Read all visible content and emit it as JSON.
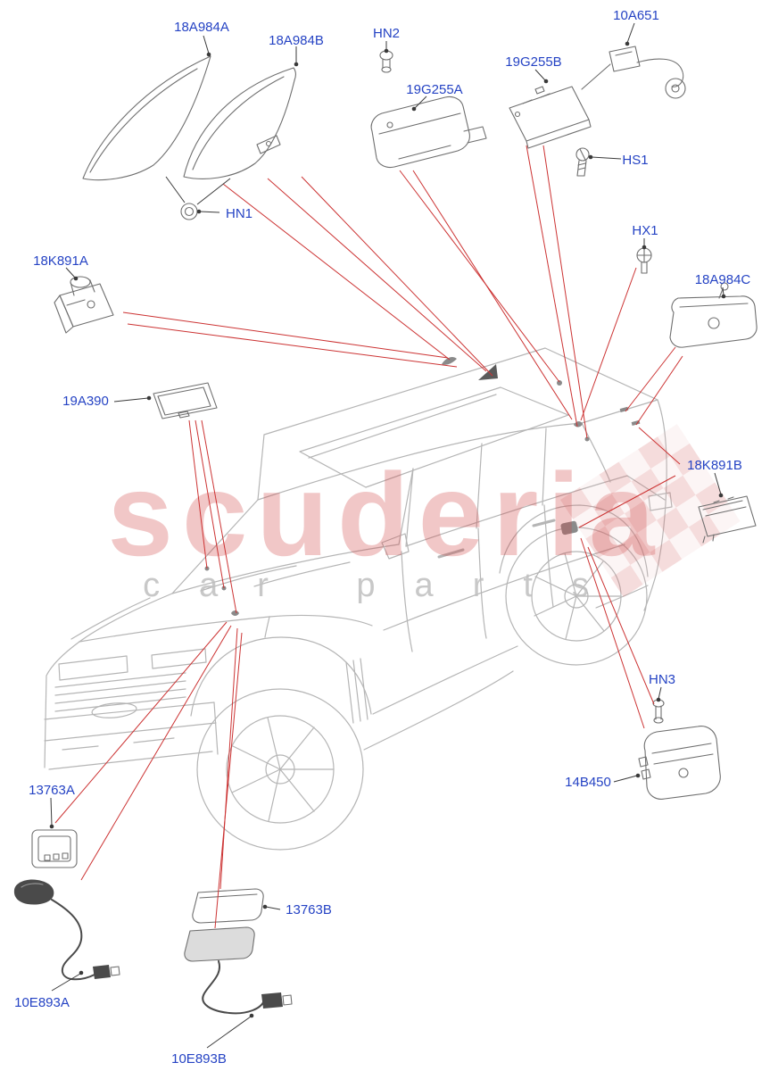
{
  "watermark": {
    "brand": "scuderia",
    "tagline": "car parts"
  },
  "labels": [
    {
      "text": "18A984A"
    },
    {
      "text": "18A984B"
    },
    {
      "text": "HN2"
    },
    {
      "text": "19G255A"
    },
    {
      "text": "19G255B"
    },
    {
      "text": "10A651"
    },
    {
      "text": "HS1"
    },
    {
      "text": "HX1"
    },
    {
      "text": "18A984C"
    },
    {
      "text": "18K891A"
    },
    {
      "text": "19A390"
    },
    {
      "text": "18K891B"
    },
    {
      "text": "HN3"
    },
    {
      "text": "14B450"
    },
    {
      "text": "13763A"
    },
    {
      "text": "13763B"
    },
    {
      "text": "10E893A"
    },
    {
      "text": "10E893B"
    },
    {
      "text": "HN1"
    }
  ],
  "colors": {
    "part_label": "#2543c4",
    "leader_line": "#cc3333",
    "callout_line": "#3a3a3a",
    "vehicle_line": "#b5b5b5",
    "part_line": "#6f6f6f",
    "dark_part": "#4a4a4a",
    "watermark_red": "rgba(210,70,70,0.30)",
    "watermark_gray": "rgba(190,190,190,0.85)",
    "checker_a": "rgba(216,120,120,0.26)",
    "checker_b": "rgba(232,182,182,0.14)"
  }
}
